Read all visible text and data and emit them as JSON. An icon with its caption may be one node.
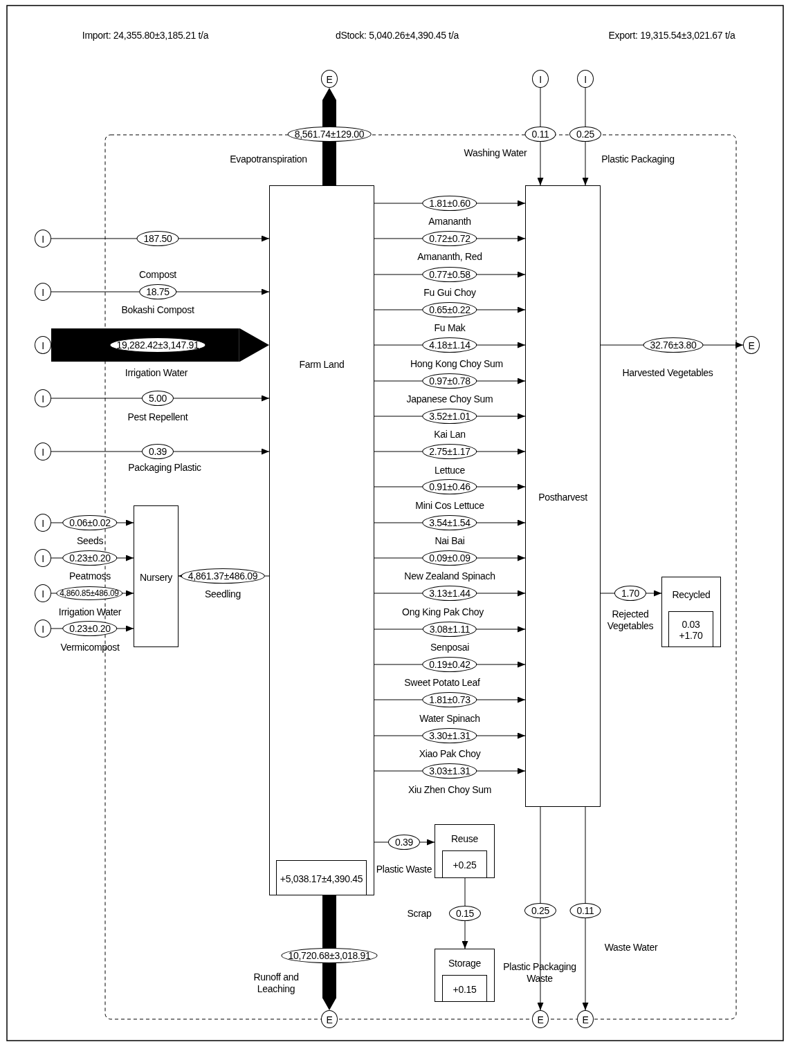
{
  "diagram": {
    "nodes": [
      {
        "text": [
          "E"
        ]
      },
      {
        "text": [
          "I"
        ]
      },
      {
        "text": [
          "I"
        ]
      },
      {
        "text": [
          "Farm Land"
        ]
      },
      {
        "text": [
          "+5,038.17±4,390.45"
        ],
        "in": 3
      },
      {
        "text": [
          "Postharvest"
        ]
      },
      {
        "text": [
          "I"
        ]
      },
      {
        "text": [
          "I"
        ]
      },
      {
        "text": [
          "I"
        ]
      },
      {
        "text": [
          "E"
        ]
      },
      {
        "text": [
          "I"
        ]
      },
      {
        "text": [
          "I"
        ]
      },
      {
        "text": [
          "I"
        ]
      },
      {
        "text": [
          "Nursery"
        ]
      },
      {
        "text": [
          "I"
        ]
      },
      {
        "text": [
          "I"
        ]
      },
      {
        "text": [
          "I"
        ]
      },
      {
        "text": [
          "Recycled"
        ]
      },
      {
        "text": [
          "0.03 +1.70"
        ],
        "in": 17
      },
      {
        "text": [
          "Reuse"
        ]
      },
      {
        "text": [
          "+0.25"
        ],
        "in": 19
      },
      {
        "text": [
          "Storage"
        ]
      },
      {
        "text": [
          "+0.15"
        ],
        "in": 21
      },
      {
        "text": [
          "E"
        ]
      },
      {
        "text": [
          "E"
        ]
      },
      {
        "text": [
          "E"
        ]
      }
    ],
    "edges": [
      {
        "from": 3,
        "to": 0,
        "arrow": "to",
        "label": "8,561.74±129.00",
        "style": "thick"
      },
      {
        "from": 1,
        "to": 5,
        "arrow": "to",
        "label": "0.11"
      },
      {
        "from": 2,
        "to": 5,
        "arrow": "to",
        "label": "0.25"
      },
      {
        "from": 3,
        "to": 5,
        "arrow": "to",
        "label": "1.81±0.60"
      },
      {
        "from": 3,
        "to": 5,
        "arrow": "to",
        "label": "0.72±0.72"
      },
      {
        "from": 3,
        "to": 5,
        "arrow": "to",
        "label": "0.77±0.58"
      },
      {
        "from": 3,
        "to": 5,
        "arrow": "to",
        "label": "0.65±0.22"
      },
      {
        "from": 3,
        "to": 5,
        "arrow": "to",
        "label": "4.18±1.14"
      },
      {
        "from": 3,
        "to": 5,
        "arrow": "to",
        "label": "0.97±0.78"
      },
      {
        "from": 3,
        "to": 5,
        "arrow": "to",
        "label": "3.52±1.01"
      },
      {
        "from": 3,
        "to": 5,
        "arrow": "to",
        "label": "2.75±1.17"
      },
      {
        "from": 3,
        "to": 5,
        "arrow": "to",
        "label": "0.91±0.46"
      },
      {
        "from": 3,
        "to": 5,
        "arrow": "to",
        "label": "3.54±1.54"
      },
      {
        "from": 3,
        "to": 5,
        "arrow": "to",
        "label": "0.09±0.09"
      },
      {
        "from": 3,
        "to": 5,
        "arrow": "to",
        "label": "3.13±1.44"
      },
      {
        "from": 3,
        "to": 5,
        "arrow": "to",
        "label": "3.08±1.11"
      },
      {
        "from": 3,
        "to": 5,
        "arrow": "to",
        "label": "0.19±0.42"
      },
      {
        "from": 3,
        "to": 5,
        "arrow": "to",
        "label": "1.81±0.73"
      },
      {
        "from": 3,
        "to": 5,
        "arrow": "to",
        "label": "3.30±1.31"
      },
      {
        "from": 3,
        "to": 5,
        "arrow": "to",
        "label": "3.03±1.31"
      },
      {
        "from": 6,
        "to": 3,
        "arrow": "to",
        "label": "187.50"
      },
      {
        "from": 7,
        "to": 3,
        "arrow": "to",
        "label": "18.75"
      },
      {
        "from": 8,
        "to": 3,
        "arrow": "to",
        "label": "19,282.42±3,147.91",
        "style": "thick"
      },
      {
        "from": 10,
        "to": 3,
        "arrow": "to",
        "label": "5.00"
      },
      {
        "from": 11,
        "to": 3,
        "arrow": "to",
        "label": "0.39"
      },
      {
        "from": 5,
        "to": 9,
        "arrow": "to",
        "label": "32.76±3.80"
      },
      {
        "from": 12,
        "to": 13,
        "arrow": "to",
        "label": "0.06±0.02"
      },
      {
        "from": 14,
        "to": 13,
        "arrow": "to",
        "label": "0.23±0.20"
      },
      {
        "from": 15,
        "to": 13,
        "arrow": "to",
        "label": "4,860.85±486.09"
      },
      {
        "from": 16,
        "to": 13,
        "arrow": "to",
        "label": "0.23±0.20"
      },
      {
        "from": 3,
        "to": 13,
        "arrow": "to",
        "label": "4,861.37±486.09"
      },
      {
        "from": 5,
        "to": 17,
        "arrow": "to",
        "label": "1.70"
      },
      {
        "from": 3,
        "to": 19,
        "arrow": "to",
        "label": "0.39"
      },
      {
        "from": 19,
        "to": 21,
        "arrow": "to",
        "label": "0.15"
      },
      {
        "from": 3,
        "to": 23,
        "arrow": "to",
        "label": "10,720.68±3,018.91",
        "style": "thick"
      },
      {
        "from": 5,
        "to": 24,
        "arrow": "to",
        "label": "0.25"
      },
      {
        "from": 5,
        "to": 25,
        "arrow": "to",
        "label": "0.11"
      }
    ],
    "labels": [
      "Import: 24,355.80±3,185.21 t/a",
      "dStock: 5,040.26±4,390.45 t/a",
      "Export: 19,315.54±3,021.67 t/a",
      "Washing Water",
      "Evapotranspiration",
      "Plastic Packaging",
      "Amananth",
      "Amananth, Red",
      "Compost",
      "Fu Gui Choy",
      "Bokashi Compost",
      "Fu Mak",
      "Hong Kong Choy Sum",
      "Harvested Vegetables",
      "Irrigation Water",
      "Japanese Choy Sum",
      "Pest Repellent",
      "Kai Lan",
      "Lettuce",
      "Packaging Plastic",
      "Mini Cos Lettuce",
      "Seeds",
      "Nai Bai",
      "Peatmoss",
      "New Zealand Spinach",
      "Seedling",
      "Ong King Pak Choy",
      "Irrigation Water",
      "Rejected Vegetables",
      "Vermicompost",
      "Senposai",
      "Sweet Potato Leaf",
      "Water Spinach",
      "Xiao Pak Choy",
      "Xiu Zhen Choy Sum",
      "Plastic Waste",
      "Scrap",
      "Waste Water",
      "Plastic Packaging Waste",
      "Runoff and Leaching"
    ]
  }
}
